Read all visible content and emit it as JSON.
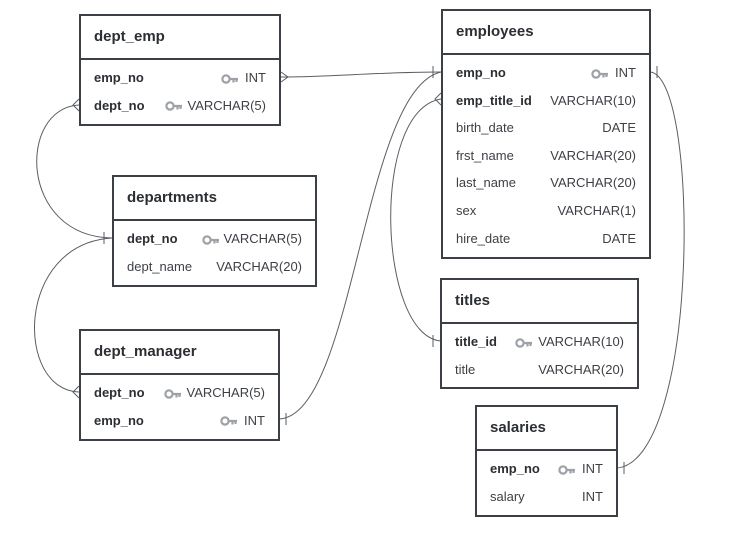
{
  "colors": {
    "border": "#3b3f46",
    "line": "#5a5e66",
    "key_icon": "#9ea2a8"
  },
  "icons": {
    "key": "key-icon"
  },
  "tables": {
    "dept_emp": {
      "name": "dept_emp",
      "columns": [
        {
          "name": "emp_no",
          "type": "INT",
          "key": true
        },
        {
          "name": "dept_no",
          "type": "VARCHAR(5)",
          "key": true
        }
      ]
    },
    "departments": {
      "name": "departments",
      "columns": [
        {
          "name": "dept_no",
          "type": "VARCHAR(5)",
          "key": true
        },
        {
          "name": "dept_name",
          "type": "VARCHAR(20)",
          "key": false
        }
      ]
    },
    "dept_manager": {
      "name": "dept_manager",
      "columns": [
        {
          "name": "dept_no",
          "type": "VARCHAR(5)",
          "key": true
        },
        {
          "name": "emp_no",
          "type": "INT",
          "key": true
        }
      ]
    },
    "employees": {
      "name": "employees",
      "columns": [
        {
          "name": "emp_no",
          "type": "INT",
          "key": true
        },
        {
          "name": "emp_title_id",
          "type": "VARCHAR(10)",
          "key": false,
          "bold": true
        },
        {
          "name": "birth_date",
          "type": "DATE",
          "key": false
        },
        {
          "name": "frst_name",
          "type": "VARCHAR(20)",
          "key": false
        },
        {
          "name": "last_name",
          "type": "VARCHAR(20)",
          "key": false
        },
        {
          "name": "sex",
          "type": "VARCHAR(1)",
          "key": false
        },
        {
          "name": "hire_date",
          "type": "DATE",
          "key": false
        }
      ]
    },
    "titles": {
      "name": "titles",
      "columns": [
        {
          "name": "title_id",
          "type": "VARCHAR(10)",
          "key": true
        },
        {
          "name": "title",
          "type": "VARCHAR(20)",
          "key": false
        }
      ]
    },
    "salaries": {
      "name": "salaries",
      "columns": [
        {
          "name": "emp_no",
          "type": "INT",
          "key": true
        },
        {
          "name": "salary",
          "type": "INT",
          "key": false
        }
      ]
    }
  }
}
